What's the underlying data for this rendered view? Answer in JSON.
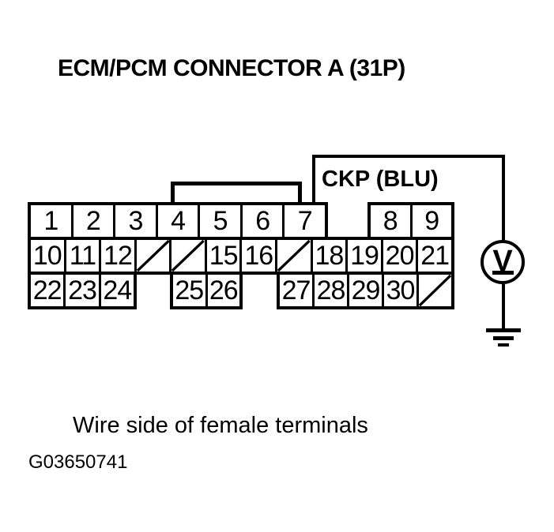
{
  "title": "ECM/PCM CONNECTOR A (31P)",
  "wire": {
    "label": "CKP (BLU)",
    "color_code": "BLU"
  },
  "meter": {
    "symbol": "V",
    "type": "voltmeter"
  },
  "connector": {
    "name": "ECM/PCM Connector A, 31 pins, wire side",
    "hatched_marker": "/",
    "rows": [
      {
        "blocks": [
          [
            "1",
            "2",
            "3",
            "4",
            "5",
            "6",
            "7"
          ],
          [
            "8",
            "9"
          ]
        ]
      },
      {
        "blocks": [
          [
            "10",
            "11",
            "12",
            "/",
            "/",
            "15",
            "16",
            "/",
            "18",
            "19",
            "20",
            "21"
          ]
        ]
      },
      {
        "blocks": [
          [
            "22",
            "23",
            "24"
          ],
          [
            "25",
            "26"
          ],
          [
            "27",
            "28",
            "29",
            "30",
            "/"
          ]
        ]
      }
    ]
  },
  "caption": "Wire side of female terminals",
  "figure_id": "G03650741",
  "colors": {
    "ink": "#000000",
    "background": "#ffffff"
  }
}
